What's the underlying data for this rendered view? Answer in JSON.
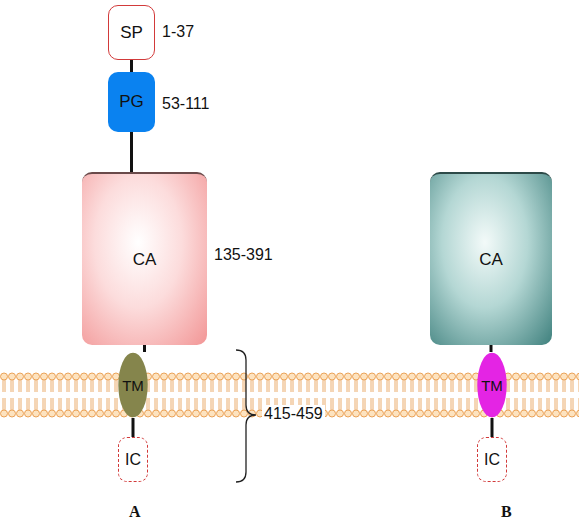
{
  "diagram": {
    "nodes": [
      {
        "text": [
          "SP"
        ]
      },
      {
        "text": [
          "PG"
        ]
      },
      {
        "text": [
          "CA"
        ]
      },
      {
        "text": [
          "TM"
        ]
      },
      {
        "text": [
          "IC"
        ]
      },
      {
        "text": [
          "CA"
        ]
      },
      {
        "text": [
          "TM"
        ]
      },
      {
        "text": [
          "IC"
        ]
      }
    ],
    "edges": [
      {
        "from": 0,
        "to": 1,
        "arrow": "none"
      },
      {
        "from": 1,
        "to": 2,
        "arrow": "none"
      },
      {
        "from": 2,
        "to": 3,
        "arrow": "none"
      },
      {
        "from": 3,
        "to": 4,
        "arrow": "none"
      },
      {
        "from": 5,
        "to": 6,
        "arrow": "none"
      },
      {
        "from": 6,
        "to": 7,
        "arrow": "none"
      }
    ],
    "labels": [
      "1-37",
      "53-111",
      "135-391",
      "415-459",
      "A",
      "B"
    ]
  }
}
